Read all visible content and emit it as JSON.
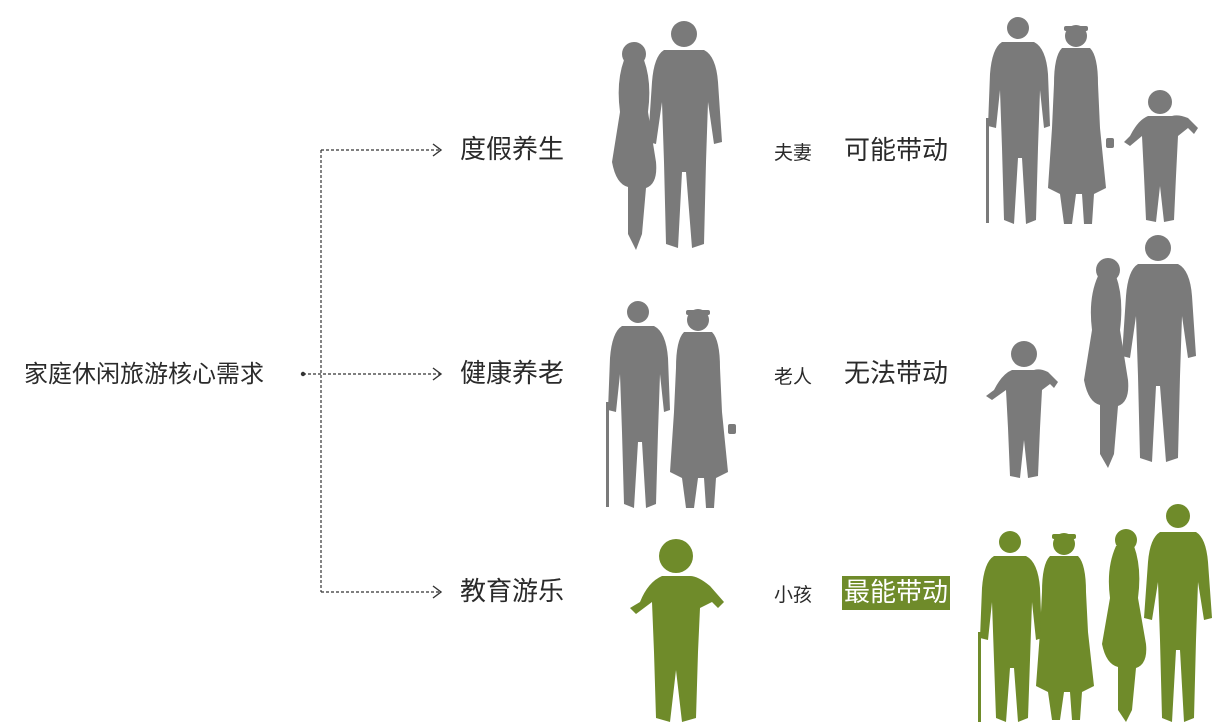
{
  "root": {
    "label": "家庭休闲旅游核心需求"
  },
  "rows": [
    {
      "demand": "度假养生",
      "role": "夫妻",
      "effect": "可能带动",
      "highlight": false,
      "role_icon": "couple-silhouette-icon",
      "group_icon": "elderly-couple-with-child-silhouette-icon",
      "color": "#7a7a7a"
    },
    {
      "demand": "健康养老",
      "role": "老人",
      "effect": "无法带动",
      "highlight": false,
      "role_icon": "elderly-couple-silhouette-icon",
      "group_icon": "child-with-couple-silhouette-icon",
      "color": "#7a7a7a"
    },
    {
      "demand": "教育游乐",
      "role": "小孩",
      "effect": "最能带动",
      "highlight": true,
      "role_icon": "child-silhouette-icon",
      "group_icon": "whole-family-silhouette-icon",
      "color": "#6f8b2a"
    }
  ],
  "colors": {
    "neutral": "#7a7a7a",
    "accent": "#6f8b2a",
    "line": "#333333"
  }
}
